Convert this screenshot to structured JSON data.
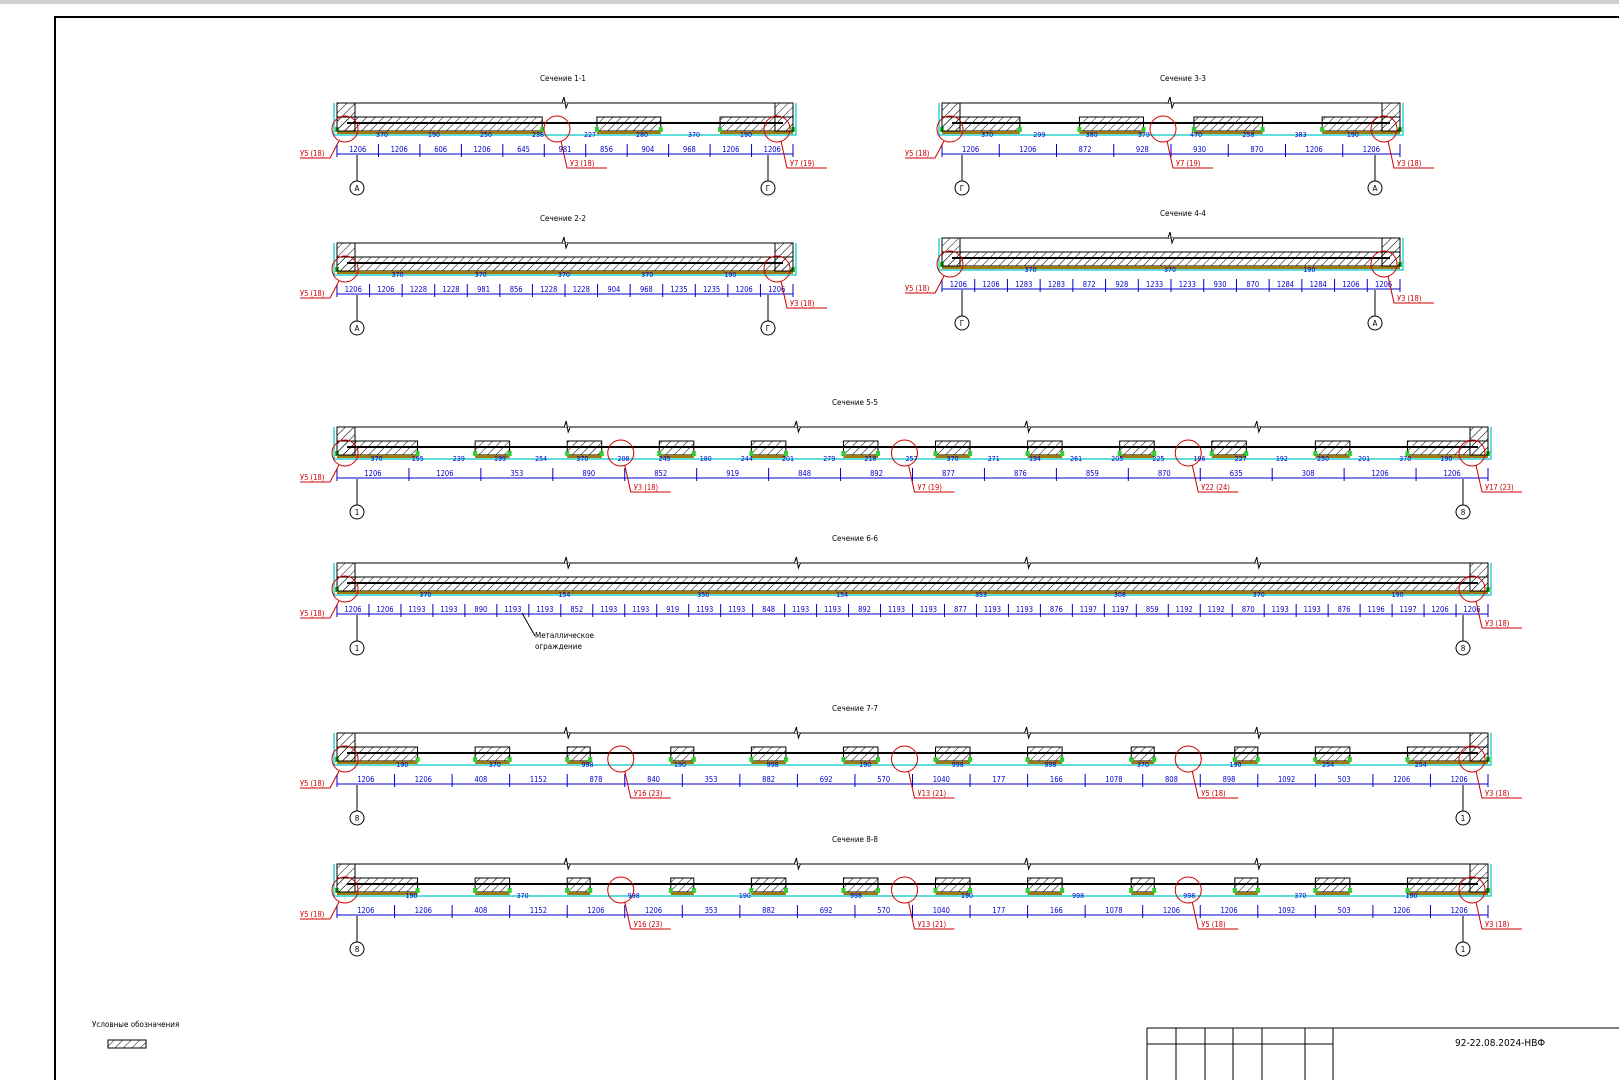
{
  "colors": {
    "dim": "#0000cc",
    "callout": "#cc0000",
    "insulation": "#a07a10",
    "cladding": "#00c8c8",
    "green": "#33cc33",
    "line": "#000000"
  },
  "sections": [
    {
      "title": "Сечение 1-1",
      "dims": [
        "1206",
        "1206",
        "606",
        "1206",
        "645",
        "981",
        "856",
        "904",
        "968",
        "1206",
        "1206"
      ],
      "side": [
        "370",
        "190",
        "250",
        "238",
        "227",
        "280",
        "370",
        "190"
      ],
      "callouts": [
        "У5 (18)",
        "У3 (18)",
        "У7 (19)"
      ],
      "axes": [
        "А",
        "Г"
      ]
    },
    {
      "title": "Сечение 2-2",
      "dims": [
        "1206",
        "1206",
        "1228",
        "1228",
        "981",
        "856",
        "1228",
        "1228",
        "904",
        "968",
        "1235",
        "1235",
        "1206",
        "1206"
      ],
      "side": [
        "370",
        "370",
        "370",
        "370",
        "190"
      ],
      "callouts": [
        "У5 (18)",
        "У3 (18)"
      ],
      "axes": [
        "А",
        "Г"
      ]
    },
    {
      "title": "Сечение 3-3",
      "dims": [
        "1206",
        "1206",
        "872",
        "928",
        "930",
        "870",
        "1206",
        "1206"
      ],
      "side": [
        "370",
        "299",
        "380",
        "379",
        "470",
        "258",
        "383",
        "190"
      ],
      "callouts": [
        "У5 (18)",
        "У7 (19)",
        "У3 (18)"
      ],
      "axes": [
        "Г",
        "А"
      ]
    },
    {
      "title": "Сечение 4-4",
      "dims": [
        "1206",
        "1206",
        "1283",
        "1283",
        "872",
        "928",
        "1233",
        "1233",
        "930",
        "870",
        "1284",
        "1284",
        "1206",
        "1206"
      ],
      "side": [
        "370",
        "370",
        "190"
      ],
      "callouts": [
        "У5 (18)",
        "У3 (18)"
      ],
      "axes": [
        "Г",
        "А"
      ]
    },
    {
      "title": "Сечение 5-5",
      "dims": [
        "1206",
        "1206",
        "353",
        "890",
        "852",
        "919",
        "848",
        "892",
        "877",
        "876",
        "859",
        "870",
        "635",
        "308",
        "1206",
        "1206"
      ],
      "side": [
        "370",
        "195",
        "239",
        "199",
        "254",
        "370",
        "208",
        "245",
        "180",
        "244",
        "201",
        "279",
        "218",
        "257",
        "370",
        "271",
        "194",
        "261",
        "205",
        "225",
        "196",
        "227",
        "192",
        "250",
        "201",
        "370",
        "190"
      ],
      "callouts": [
        "У5 (18)",
        "У3 (18)",
        "У7 (19)",
        "У22 (24)",
        "У17 (23)"
      ],
      "axes": [
        "1",
        "8"
      ]
    },
    {
      "title": "Сечение 6-6",
      "dims": [
        "1206",
        "1206",
        "1193",
        "1193",
        "890",
        "1193",
        "1193",
        "852",
        "1193",
        "1193",
        "919",
        "1193",
        "1193",
        "848",
        "1193",
        "1193",
        "892",
        "1193",
        "1193",
        "877",
        "1193",
        "1193",
        "876",
        "1197",
        "1197",
        "859",
        "1192",
        "1192",
        "870",
        "1193",
        "1193",
        "876",
        "1196",
        "1197",
        "1206",
        "1206"
      ],
      "side": [
        "370",
        "154",
        "350",
        "154",
        "353",
        "308",
        "370",
        "190"
      ],
      "callouts": [
        "У5 (18)",
        "У3 (18)"
      ],
      "axes": [
        "1",
        "8"
      ],
      "note": [
        "Металлическое",
        "ограждение"
      ]
    },
    {
      "title": "Сечение 7-7",
      "dims": [
        "1206",
        "1206",
        "408",
        "1152",
        "878",
        "840",
        "353",
        "882",
        "692",
        "570",
        "1040",
        "177",
        "166",
        "1078",
        "808",
        "898",
        "1092",
        "503",
        "1206",
        "1206"
      ],
      "side": [
        "190",
        "370",
        "998",
        "190",
        "998",
        "190",
        "998",
        "998",
        "370",
        "190",
        "254",
        "254"
      ],
      "callouts": [
        "У5 (18)",
        "У16 (23)",
        "У13 (21)",
        "У5 (18)",
        "У3 (18)"
      ],
      "axes": [
        "8",
        "1"
      ]
    },
    {
      "title": "Сечение 8-8",
      "dims": [
        "1206",
        "1206",
        "408",
        "1152",
        "1206",
        "1206",
        "353",
        "882",
        "692",
        "570",
        "1040",
        "177",
        "166",
        "1078",
        "1206",
        "1206",
        "1092",
        "503",
        "1206",
        "1206"
      ],
      "side": [
        "190",
        "370",
        "998",
        "190",
        "998",
        "190",
        "998",
        "998",
        "370",
        "190"
      ],
      "callouts": [
        "У5 (18)",
        "У16 (23)",
        "У13 (21)",
        "У5 (18)",
        "У3 (18)"
      ],
      "axes": [
        "8",
        "1"
      ]
    }
  ],
  "legend_title": "Условные обозначения",
  "title_block_code": "92-22.08.2024-НВФ"
}
